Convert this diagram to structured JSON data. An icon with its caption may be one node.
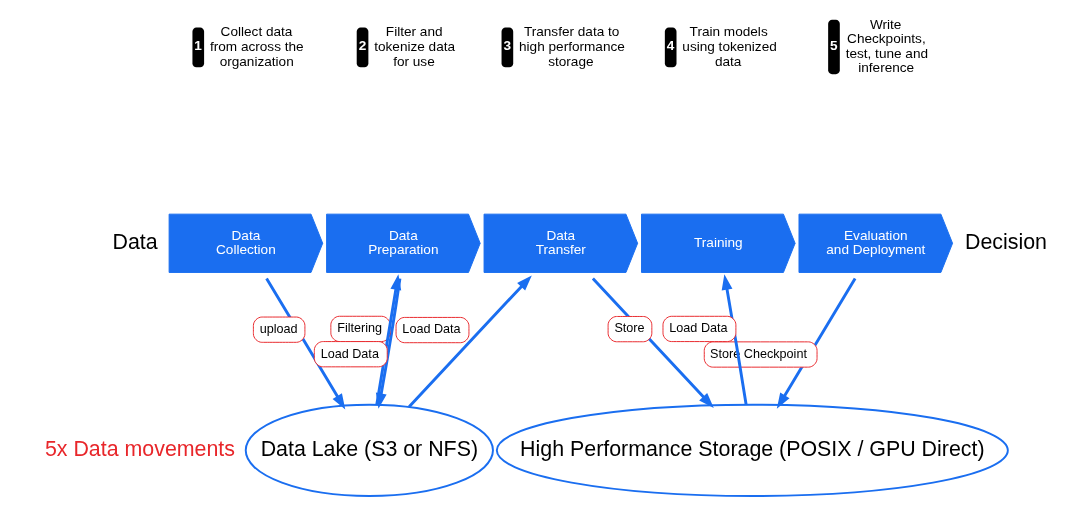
{
  "diagram": {
    "nodes": [
      {
        "text": [
          "Data Collection"
        ],
        "beside": [
          "1",
          "Collect data from across the organization"
        ]
      },
      {
        "text": [
          "Data Preparation"
        ],
        "beside": [
          "2",
          "Filter and tokenize data for use"
        ]
      },
      {
        "text": [
          "Data Transfer"
        ],
        "beside": [
          "3",
          "Transfer data to high performance storage"
        ]
      },
      {
        "text": [
          "Training"
        ],
        "beside": [
          "4",
          "Train models using tokenized data"
        ]
      },
      {
        "text": [
          "Evaluation and Deployment"
        ],
        "beside": [
          "5",
          "Write Checkpoints, test, tune and inference"
        ]
      },
      {
        "text": [
          "Data Lake (S3 or NFS)"
        ]
      },
      {
        "text": [
          "High Performance Storage (POSIX / GPU Direct)"
        ]
      }
    ],
    "edges": [
      {
        "from": 0,
        "to": 5,
        "arrow": "to",
        "label": "upload"
      },
      {
        "from": 5,
        "to": 1,
        "arrow": "to",
        "label": "Load Data"
      },
      {
        "from": 1,
        "to": 5,
        "arrow": "to",
        "label": "Filtering"
      },
      {
        "from": 5,
        "to": 2,
        "arrow": "to",
        "label": "Load Data"
      },
      {
        "from": 2,
        "to": 6,
        "arrow": "to",
        "label": "Store"
      },
      {
        "from": 6,
        "to": 3,
        "arrow": "to",
        "label": "Load Data"
      },
      {
        "from": 4,
        "to": 6,
        "arrow": "to",
        "label": "Store Checkpoint"
      }
    ],
    "labels": [
      "Data",
      "Decision",
      "5x Data movements"
    ]
  }
}
